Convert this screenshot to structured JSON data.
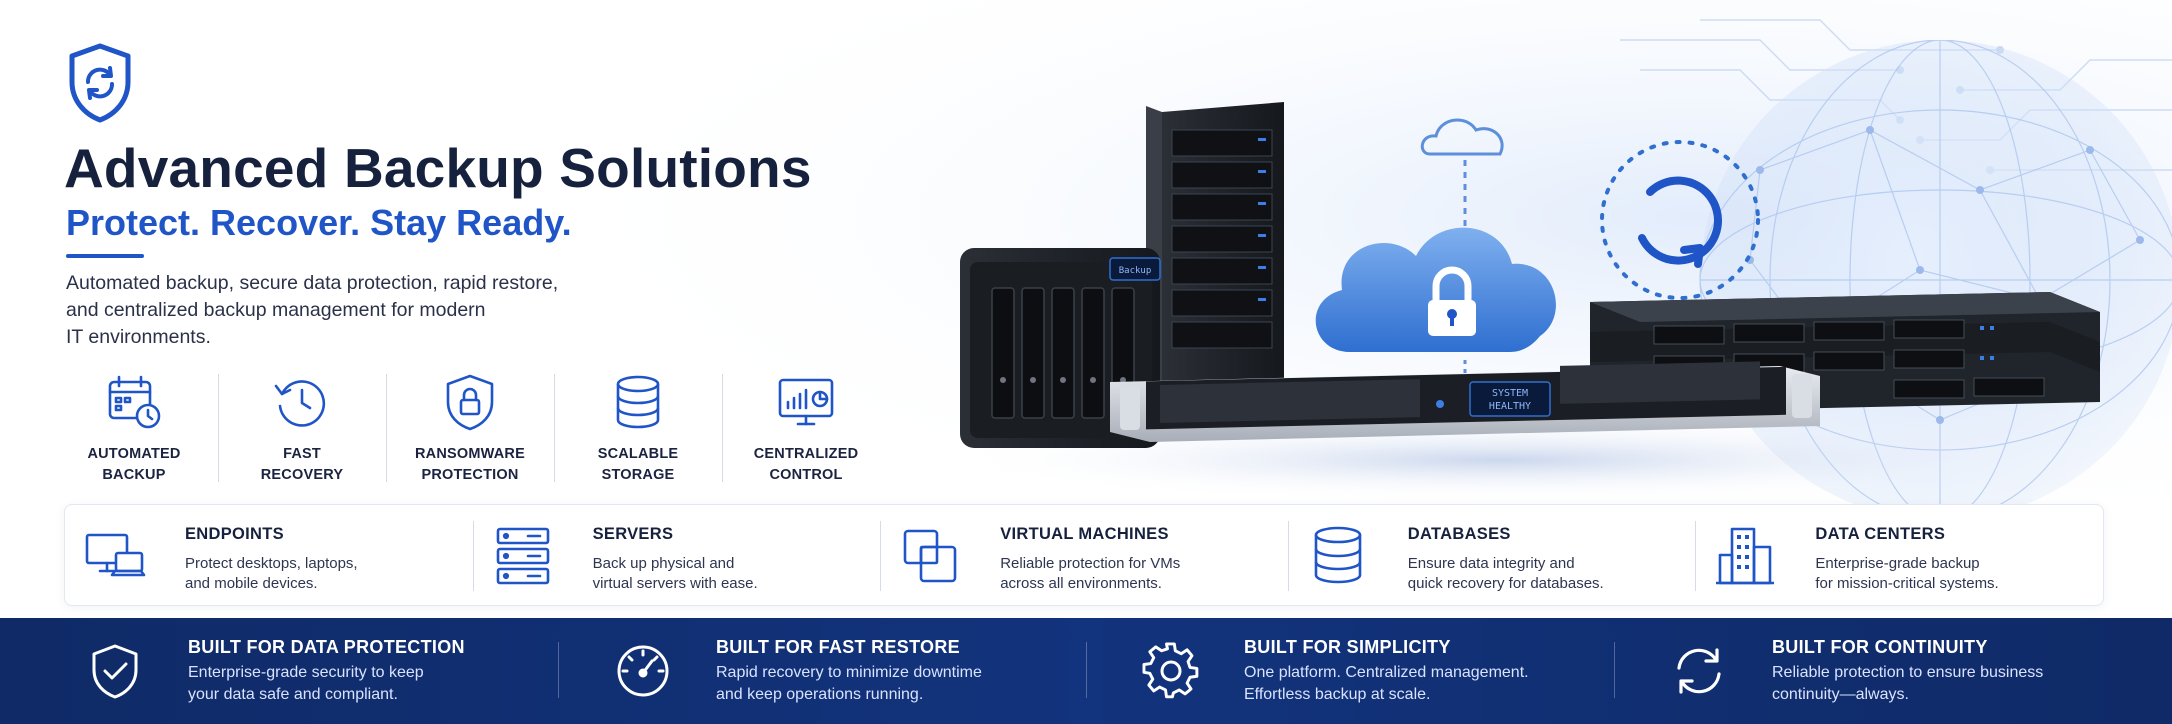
{
  "hero": {
    "title": "Advanced Backup Solutions",
    "subtitle": "Protect. Recover. Stay Ready.",
    "description_lines": [
      "Automated backup, secure data protection, rapid restore,",
      "and centralized backup management for modern",
      "IT environments."
    ]
  },
  "features": [
    {
      "icon": "calendar-clock-icon",
      "label_lines": [
        "AUTOMATED",
        "BACKUP"
      ]
    },
    {
      "icon": "restore-clock-icon",
      "label_lines": [
        "FAST",
        "RECOVERY"
      ]
    },
    {
      "icon": "shield-lock-icon",
      "label_lines": [
        "RANSOMWARE",
        "PROTECTION"
      ]
    },
    {
      "icon": "database-icon",
      "label_lines": [
        "SCALABLE",
        "STORAGE"
      ]
    },
    {
      "icon": "dashboard-monitor-icon",
      "label_lines": [
        "CENTRALIZED",
        "CONTROL"
      ]
    }
  ],
  "hardware": {
    "nas_display": "Backup",
    "rack_display_lines": [
      "SYSTEM",
      "HEALTHY"
    ]
  },
  "solutions": [
    {
      "icon": "endpoints-devices-icon",
      "name": "ENDPOINTS",
      "desc_lines": [
        "Protect desktops, laptops,",
        "and mobile devices."
      ]
    },
    {
      "icon": "servers-icon",
      "name": "SERVERS",
      "desc_lines": [
        "Back up physical and",
        "virtual servers with ease."
      ]
    },
    {
      "icon": "virtual-machines-icon",
      "name": "VIRTUAL MACHINES",
      "desc_lines": [
        "Reliable protection for VMs",
        "across all environments."
      ]
    },
    {
      "icon": "database-icon",
      "name": "DATABASES",
      "desc_lines": [
        "Ensure data integrity and",
        "quick recovery for databases."
      ]
    },
    {
      "icon": "building-icon",
      "name": "DATA CENTERS",
      "desc_lines": [
        "Enterprise-grade backup",
        "for mission-critical systems."
      ]
    }
  ],
  "bottom_bar": [
    {
      "icon": "shield-check-icon",
      "title": "BUILT FOR DATA PROTECTION",
      "desc_lines": [
        "Enterprise-grade security to keep",
        "your data safe and compliant."
      ]
    },
    {
      "icon": "speedometer-icon",
      "title": "BUILT FOR FAST RESTORE",
      "desc_lines": [
        "Rapid recovery to minimize downtime",
        "and keep operations running."
      ]
    },
    {
      "icon": "gear-icon",
      "title": "BUILT FOR SIMPLICITY",
      "desc_lines": [
        "One platform. Centralized management.",
        "Effortless backup at scale."
      ]
    },
    {
      "icon": "sync-icon",
      "title": "BUILT FOR CONTINUITY",
      "desc_lines": [
        "Reliable protection to ensure business",
        "continuity—always."
      ]
    }
  ],
  "colors": {
    "accent": "#1f55c7",
    "title": "#16213d",
    "bar": "#12337d"
  }
}
